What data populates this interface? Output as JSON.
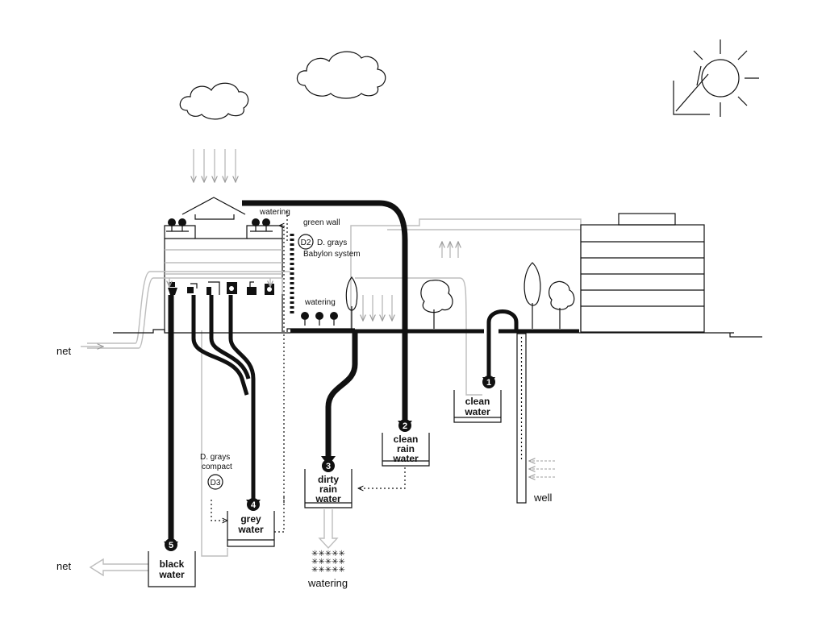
{
  "labels": {
    "net_in": "net",
    "net_out": "net",
    "watering_roof": "watering",
    "green_wall": "green wall",
    "d2_badge": "D2",
    "d2_text_1": "D. grays",
    "d2_text_2": "Babylon system",
    "watering_garden": "watering",
    "d3_text_1": "D. grays",
    "d3_text_2": "compact",
    "d3_badge": "D3",
    "watering_field": "watering",
    "well": "well"
  },
  "tanks": [
    {
      "num": "1",
      "line1": "clean",
      "line2": "water",
      "line3": ""
    },
    {
      "num": "2",
      "line1": "clean",
      "line2": "rain",
      "line3": "water"
    },
    {
      "num": "3",
      "line1": "dirty",
      "line2": "rain",
      "line3": "water"
    },
    {
      "num": "4",
      "line1": "grey",
      "line2": "water",
      "line3": ""
    },
    {
      "num": "5",
      "line1": "black",
      "line2": "water",
      "line3": ""
    }
  ],
  "colors": {
    "line": "#111111",
    "grey": "#bdbdbd",
    "background": "#ffffff"
  },
  "icons": [
    "cloud-icon",
    "sun-icon",
    "plant-icon",
    "tree-icon",
    "toilet-icon",
    "shower-icon",
    "tap-icon",
    "washing-machine-icon",
    "kitchen-sink-icon"
  ]
}
